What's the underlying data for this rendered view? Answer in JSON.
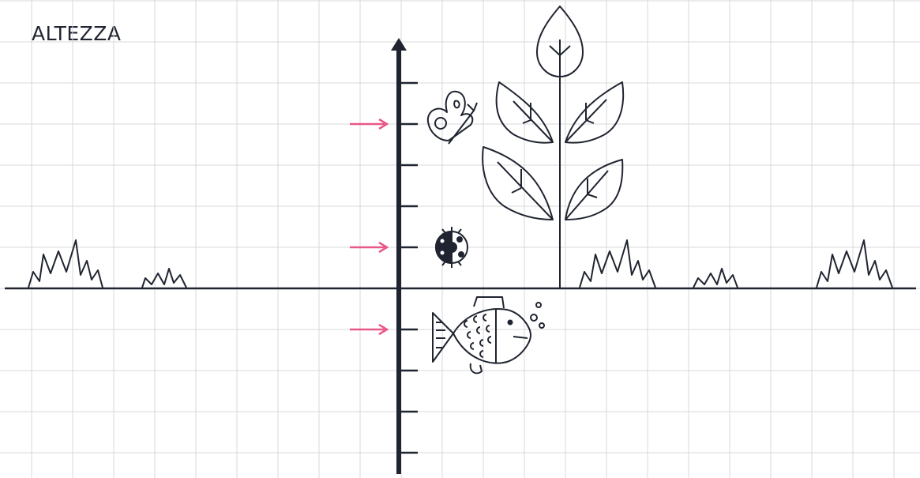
{
  "title": "ALTEZZA",
  "colors": {
    "ink": "#1f2430",
    "grid": "#d8d8dc",
    "arrow": "#e8588a",
    "background": "#ffffff"
  },
  "scale": {
    "axis": "vertical",
    "ground_tick_index": 0,
    "ticks_above_ground": 5,
    "ticks_below_ground": 4
  },
  "items": [
    {
      "name": "butterfly",
      "icon": "butterfly-icon",
      "tick": 4
    },
    {
      "name": "ladybug",
      "icon": "ladybug-icon",
      "tick": 1
    },
    {
      "name": "fish",
      "icon": "fish-icon",
      "tick": -1
    }
  ],
  "decor": [
    "plant-icon",
    "grass-icon"
  ]
}
